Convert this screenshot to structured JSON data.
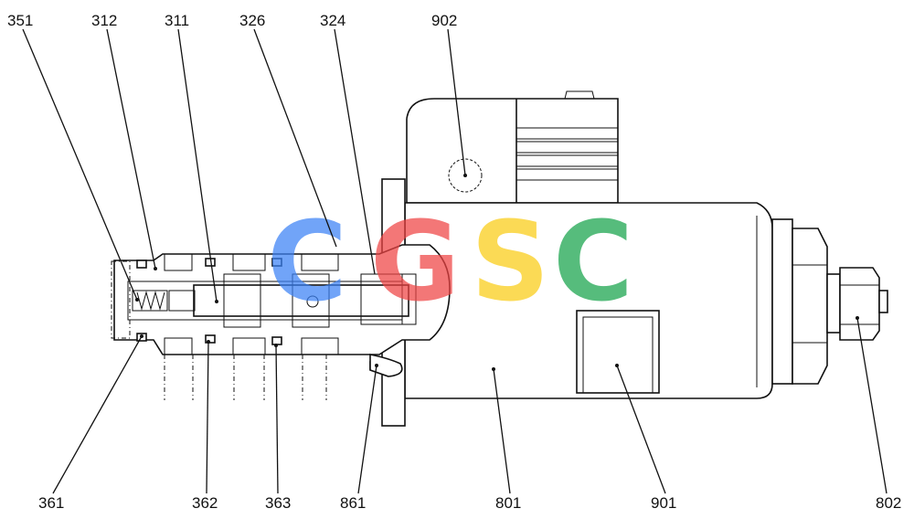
{
  "labels": {
    "l351": "351",
    "l312": "312",
    "l311": "311",
    "l326": "326",
    "l324": "324",
    "l902": "902",
    "l361": "361",
    "l362": "362",
    "l363": "363",
    "l861": "861",
    "l801": "801",
    "l901": "901",
    "l802": "802"
  },
  "watermark": {
    "letters": [
      "C",
      "G",
      "S",
      "C"
    ],
    "colors": [
      "#3b82f6",
      "#ef4444",
      "#facc15",
      "#16a34a"
    ]
  }
}
